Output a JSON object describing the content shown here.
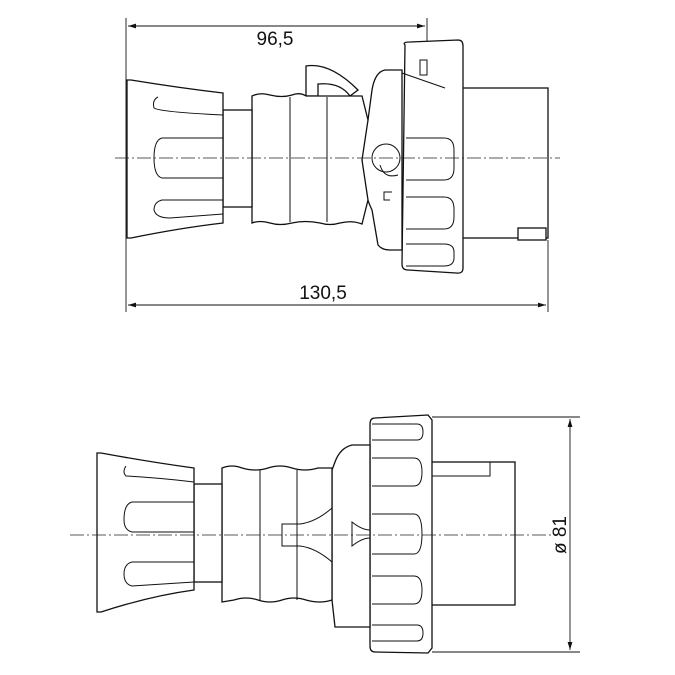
{
  "drawing": {
    "top_view": {
      "dimension_partial": "96,5",
      "dimension_overall": "130,5"
    },
    "bottom_view": {
      "dimension_diameter": "ø 81"
    }
  },
  "colors": {
    "line": "#111111",
    "background": "#ffffff"
  }
}
